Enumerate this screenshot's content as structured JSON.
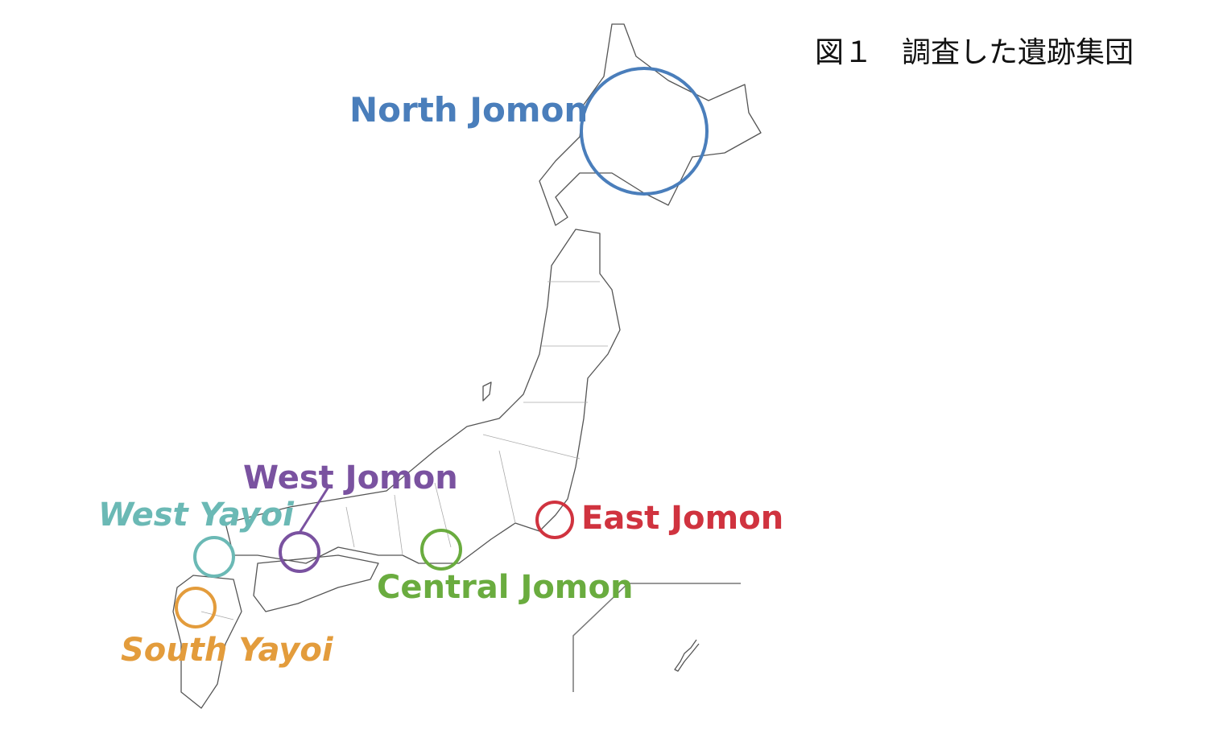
{
  "figure": {
    "title": "図１　調査した遺跡集団"
  },
  "regions": [
    {
      "id": "north-jomon",
      "label": "North Jomon",
      "color": "#4a7ebb"
    },
    {
      "id": "west-jomon",
      "label": "West Jomon",
      "color": "#7a52a0"
    },
    {
      "id": "west-yayoi",
      "label": "West Yayoi",
      "color": "#6bb9b5"
    },
    {
      "id": "east-jomon",
      "label": "East Jomon",
      "color": "#d0333f"
    },
    {
      "id": "central-jomon",
      "label": "Central Jomon",
      "color": "#6aac3f"
    },
    {
      "id": "south-yayoi",
      "label": "South Yayoi",
      "color": "#e39c3c"
    }
  ]
}
